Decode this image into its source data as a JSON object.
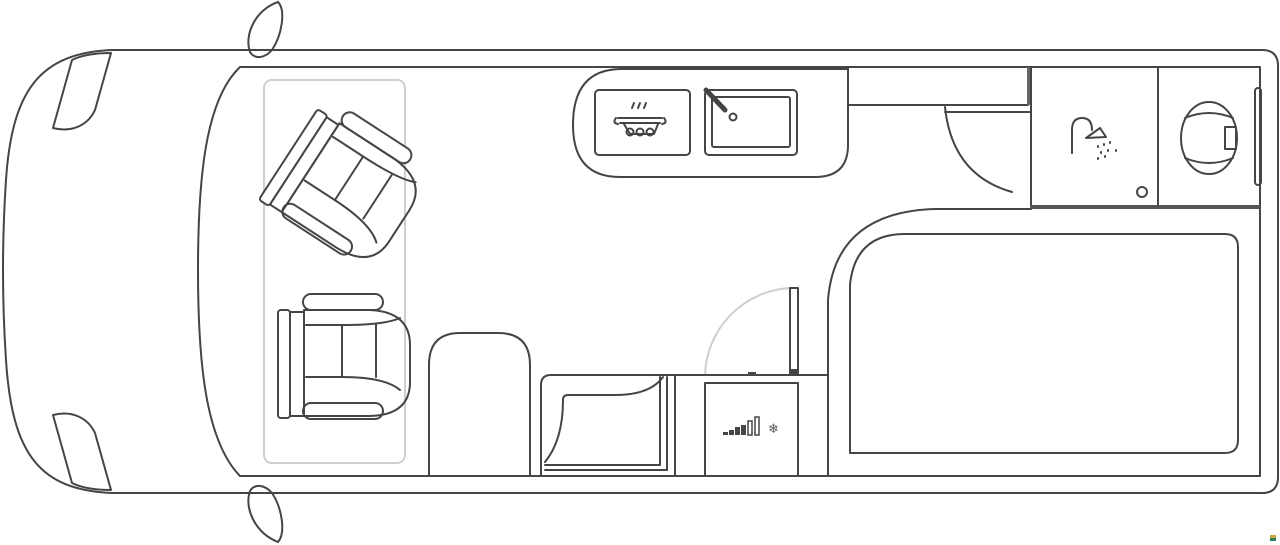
{
  "floorplan": {
    "title": "",
    "colors": {
      "line": "#454545",
      "highlight": "#cfcfcf",
      "background": "#ffffff"
    },
    "elements": [
      {
        "id": "van-body",
        "icon": "van-outline-icon"
      },
      {
        "id": "side-mirrors",
        "icon": "mirror-icon"
      },
      {
        "id": "headlights",
        "icon": "headlight-icon"
      },
      {
        "id": "cab-seats-selection",
        "icon": "selection-frame-icon",
        "selected": true
      },
      {
        "id": "swivel-seat-passenger",
        "icon": "swivel-seat-icon"
      },
      {
        "id": "swivel-seat-driver",
        "icon": "seat-icon"
      },
      {
        "id": "kitchen-counter",
        "icon": "counter-icon"
      },
      {
        "id": "stove",
        "icon": "stove-burner-icon"
      },
      {
        "id": "sink",
        "icon": "sink-faucet-icon"
      },
      {
        "id": "wardrobe",
        "icon": "wardrobe-icon"
      },
      {
        "id": "bathroom-door",
        "icon": "door-swing-icon"
      },
      {
        "id": "shower",
        "icon": "shower-icon"
      },
      {
        "id": "shower-drain",
        "icon": "drain-icon"
      },
      {
        "id": "toilet",
        "icon": "toilet-icon"
      },
      {
        "id": "bed",
        "icon": "bed-icon"
      },
      {
        "id": "fridge",
        "icon": "fridge-icon",
        "indicator": "signal-bars-snowflake-icon"
      },
      {
        "id": "fridge-door",
        "icon": "door-swing-icon"
      },
      {
        "id": "bench-seat",
        "icon": "bench-icon"
      },
      {
        "id": "storage-cabinet",
        "icon": "cabinet-icon"
      }
    ]
  }
}
